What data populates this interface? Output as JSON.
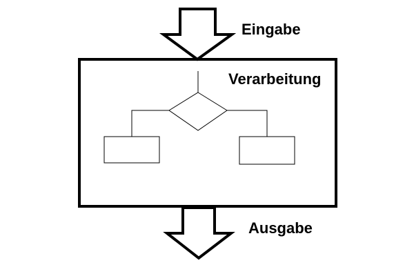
{
  "diagram": {
    "input_label": "Eingabe",
    "process_label": "Verarbeitung",
    "output_label": "Ausgabe"
  },
  "colors": {
    "stroke": "#000000",
    "background": "#ffffff"
  }
}
